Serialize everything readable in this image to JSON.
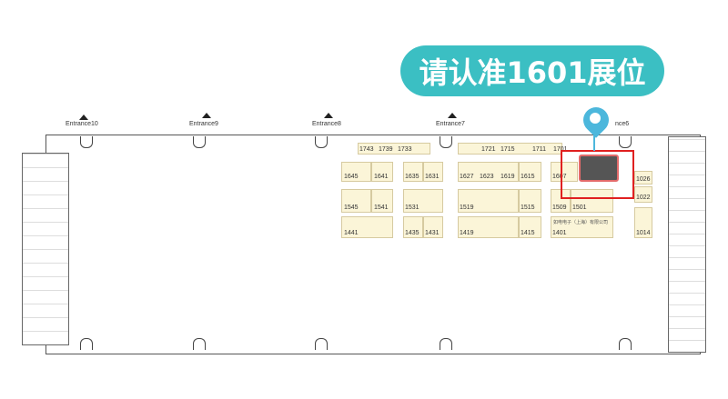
{
  "banner": {
    "text": "请认准1601展位"
  },
  "entrances": [
    "Entrance10",
    "Entrance9",
    "Entrance8",
    "Entrance7",
    "nce6"
  ],
  "booths_top": [
    "1743",
    "1739",
    "1733",
    "1721",
    "1715",
    "1711",
    "1701"
  ],
  "booths": {
    "row1": [
      "1645",
      "1641",
      "1635",
      "1631",
      "1627",
      "1623",
      "1619",
      "1615",
      "1607",
      "1026"
    ],
    "row2": [
      "1545",
      "1541",
      "1531",
      "1519",
      "1515",
      "1509",
      "1501",
      "1022"
    ],
    "row3": [
      "1441",
      "1435",
      "1431",
      "1419",
      "1415",
      "1401",
      "1014"
    ]
  },
  "company_label": "如电电子（上海）有限公司",
  "highlight": {
    "booth": "1601",
    "color": "#e02020",
    "pin_color": "#4cb7dc",
    "banner_color": "#3bbfc3"
  }
}
